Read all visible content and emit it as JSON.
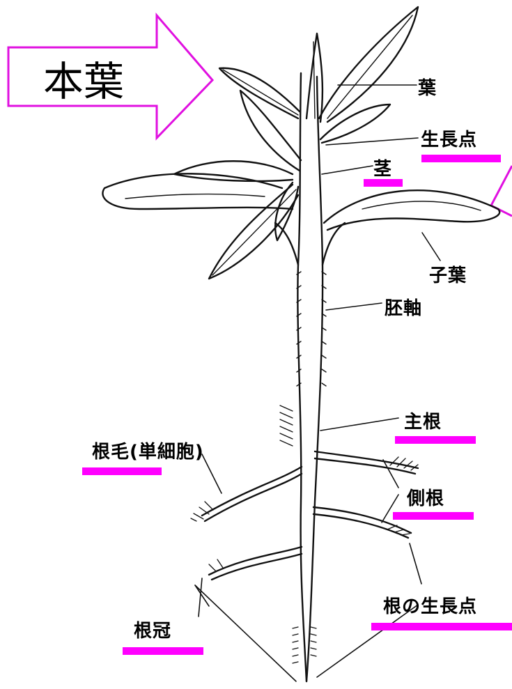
{
  "callout": {
    "text": "本葉",
    "color": "#e010e0"
  },
  "labels": {
    "ha": "葉",
    "seichoten": "生長点",
    "kuki": "茎",
    "shiyo": "子葉",
    "haijiku": "胚軸",
    "shukon": "主根",
    "konmo": "根毛(単細胞)",
    "sokkon": "側根",
    "ne_no_seichoten": "根の生長点",
    "konkan": "根冠"
  },
  "colors": {
    "underline": "#ff00ff",
    "ink": "#000000"
  }
}
